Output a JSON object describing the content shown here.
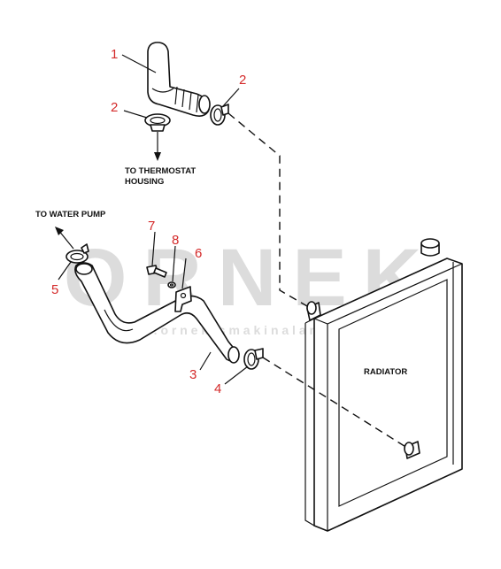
{
  "watermark": {
    "brand": "ORNEK",
    "url": "w w w . o r n e k i s m a k i n a l a r i . c o m . t r"
  },
  "labels": {
    "to_thermostat_line1": "TO THERMOSTAT",
    "to_thermostat_line2": "HOUSING",
    "to_water_pump": "TO WATER PUMP",
    "radiator": "RADIATOR"
  },
  "callouts": {
    "upper_hose": "1",
    "upper_clamp_left": "2",
    "upper_clamp_right": "2",
    "lower_hose": "3",
    "lower_clamp_right": "4",
    "lower_clamp_left": "5",
    "bracket": "6",
    "bolt": "7",
    "washer": "8"
  },
  "colors": {
    "callout": "#d42a2a",
    "line": "#111111",
    "watermark": "#dcdcdc"
  }
}
